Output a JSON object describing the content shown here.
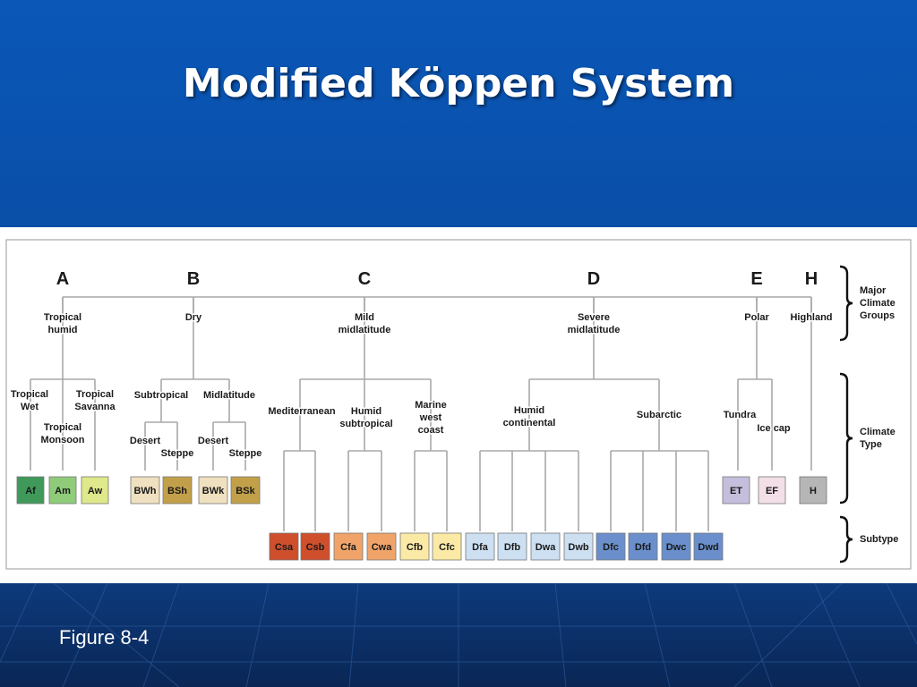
{
  "slide": {
    "title": "Modified Köppen System",
    "caption": "Figure 8-4",
    "colors": {
      "background_top": "#0a55b4",
      "background_bottom": "#0b2d66",
      "line": "#a9a9a9"
    }
  },
  "diagram": {
    "levels": [
      {
        "key": "major",
        "label": "Major Climate Groups"
      },
      {
        "key": "type",
        "label": "Climate Type"
      },
      {
        "key": "subtype",
        "label": "Subtype"
      }
    ],
    "groups": [
      {
        "id": "A",
        "name": "Tropical humid"
      },
      {
        "id": "B",
        "name": "Dry"
      },
      {
        "id": "C",
        "name": "Mild midlatitude"
      },
      {
        "id": "D",
        "name": "Severe midlatitude"
      },
      {
        "id": "E",
        "name": "Polar"
      },
      {
        "id": "H",
        "name": "Highland"
      }
    ],
    "type_labels": [
      {
        "id": "tropical-wet",
        "text": "Tropical Wet"
      },
      {
        "id": "tropical-savanna",
        "text": "Tropical Savanna"
      },
      {
        "id": "tropical-monsoon",
        "text": "Tropical Monsoon"
      },
      {
        "id": "subtropical",
        "text": "Subtropical"
      },
      {
        "id": "midlatitude",
        "text": "Midlatitude"
      },
      {
        "id": "desert-subtropical",
        "text": "Desert"
      },
      {
        "id": "steppe-subtropical",
        "text": "Steppe"
      },
      {
        "id": "desert-midlatitude",
        "text": "Desert"
      },
      {
        "id": "steppe-midlatitude",
        "text": "Steppe"
      },
      {
        "id": "mediterranean",
        "text": "Mediterranean"
      },
      {
        "id": "humid-subtropical",
        "text": "Humid subtropical"
      },
      {
        "id": "marine-west-coast",
        "text": "Marine west coast"
      },
      {
        "id": "humid-continental",
        "text": "Humid continental"
      },
      {
        "id": "subarctic",
        "text": "Subarctic"
      },
      {
        "id": "tundra",
        "text": "Tundra"
      },
      {
        "id": "ice-cap",
        "text": "Ice cap"
      }
    ],
    "type_boxes": [
      {
        "code": "Af",
        "fill": "#3f9a5a"
      },
      {
        "code": "Am",
        "fill": "#8ecc7a"
      },
      {
        "code": "Aw",
        "fill": "#dfe88a"
      },
      {
        "code": "BWh",
        "fill": "#efe0c0"
      },
      {
        "code": "BSh",
        "fill": "#c2a04a"
      },
      {
        "code": "BWk",
        "fill": "#efe0c0"
      },
      {
        "code": "BSk",
        "fill": "#c2a04a"
      },
      {
        "code": "ET",
        "fill": "#c6bedd"
      },
      {
        "code": "EF",
        "fill": "#f3dfe7"
      },
      {
        "code": "H",
        "fill": "#b6b6b6"
      }
    ],
    "subtype_boxes": [
      {
        "code": "Csa",
        "fill": "#cf4e2c"
      },
      {
        "code": "Csb",
        "fill": "#cf4e2c"
      },
      {
        "code": "Cfa",
        "fill": "#f0a46a"
      },
      {
        "code": "Cwa",
        "fill": "#f0a46a"
      },
      {
        "code": "Cfb",
        "fill": "#fbe9a6"
      },
      {
        "code": "Cfc",
        "fill": "#fbe9a6"
      },
      {
        "code": "Dfa",
        "fill": "#cde0f2"
      },
      {
        "code": "Dfb",
        "fill": "#cde0f2"
      },
      {
        "code": "Dwa",
        "fill": "#cde0f2"
      },
      {
        "code": "Dwb",
        "fill": "#cde0f2"
      },
      {
        "code": "Dfc",
        "fill": "#6a8fcc"
      },
      {
        "code": "Dfd",
        "fill": "#6a8fcc"
      },
      {
        "code": "Dwc",
        "fill": "#6a8fcc"
      },
      {
        "code": "Dwd",
        "fill": "#6a8fcc"
      }
    ]
  }
}
